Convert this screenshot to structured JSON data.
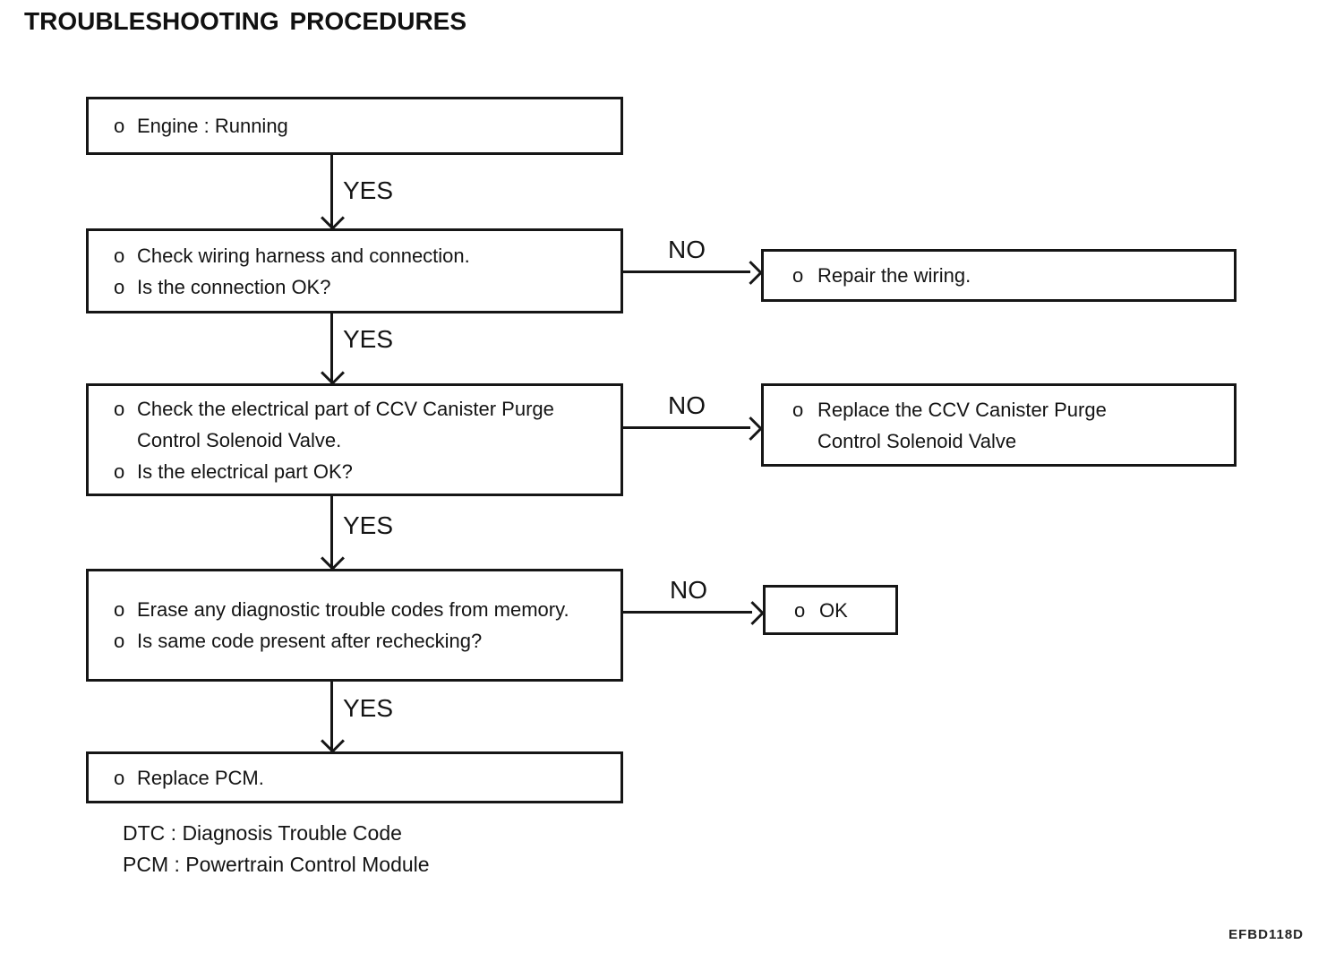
{
  "title": "TROUBLESHOOTING PROCEDURES",
  "labels": {
    "yes": "YES",
    "no": "NO"
  },
  "steps": [
    {
      "name": "engine-running",
      "items": [
        {
          "bullet": "o",
          "text": "Engine : Running"
        }
      ]
    },
    {
      "name": "check-wiring",
      "items": [
        {
          "bullet": "o",
          "text": "Check wiring harness and connection."
        },
        {
          "bullet": "o",
          "text": "Is the connection OK?"
        }
      ]
    },
    {
      "name": "check-electrical",
      "items": [
        {
          "bullet": "o",
          "text": "Check the electrical part of CCV Canister Purge Control Solenoid Valve."
        },
        {
          "bullet": "o",
          "text": "Is the electrical part OK?"
        }
      ]
    },
    {
      "name": "erase-codes",
      "items": [
        {
          "bullet": "o",
          "text": "Erase any diagnostic trouble codes from memory."
        },
        {
          "bullet": "o",
          "text": "Is same code present after rechecking?"
        }
      ]
    },
    {
      "name": "replace-pcm",
      "items": [
        {
          "bullet": "o",
          "text": "Replace PCM."
        }
      ]
    }
  ],
  "results": [
    {
      "name": "repair-wiring",
      "items": [
        {
          "bullet": "o",
          "text": "Repair the wiring."
        }
      ]
    },
    {
      "name": "replace-valve",
      "items": [
        {
          "bullet": "o",
          "text": "Replace the CCV Canister Purge Control Solenoid Valve"
        }
      ]
    },
    {
      "name": "ok",
      "items": [
        {
          "bullet": "o",
          "text": "OK"
        }
      ]
    }
  ],
  "footnotes": [
    "DTC : Diagnosis Trouble Code",
    "PCM : Powertrain Control Module"
  ],
  "figure_code": "EFBD118D",
  "colors": {
    "ink": "#161616",
    "background": "#ffffff"
  }
}
